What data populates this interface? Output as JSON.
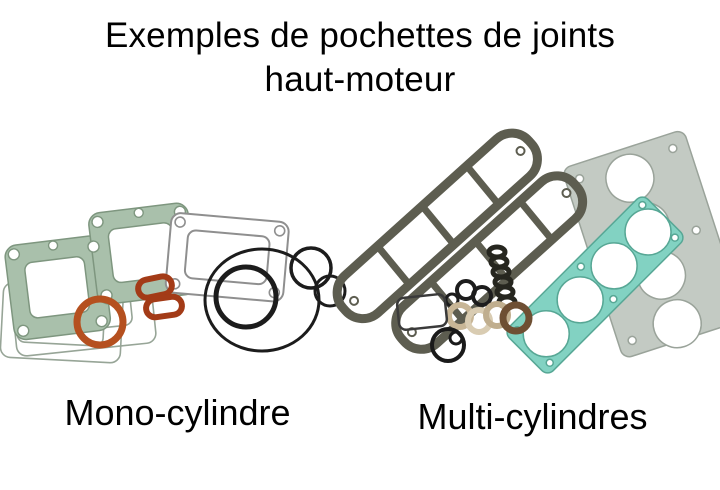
{
  "title": {
    "line1": "Exemples de pochettes de joints",
    "line2": "haut-moteur"
  },
  "labels": {
    "mono": "Mono-cylindre",
    "multi": "Multi-cylindres"
  },
  "colors": {
    "background": "#ffffff",
    "text": "#000000",
    "gasket_green": "#a9c0ab",
    "gasket_green_edge": "#7e967f",
    "gasket_teal": "#82d2c2",
    "gasket_teal_edge": "#57a795",
    "gasket_gray": "#c3cac3",
    "gasket_gray_edge": "#9aa39a",
    "gasket_dark_olive": "#5d5d50",
    "ring_orange": "#b5501f",
    "ring_red": "#a33b17",
    "ring_black": "#1c1c1c",
    "washer_tan": "#c8b696",
    "washer_brown": "#6e4f33",
    "outline_gray": "#97a597"
  }
}
